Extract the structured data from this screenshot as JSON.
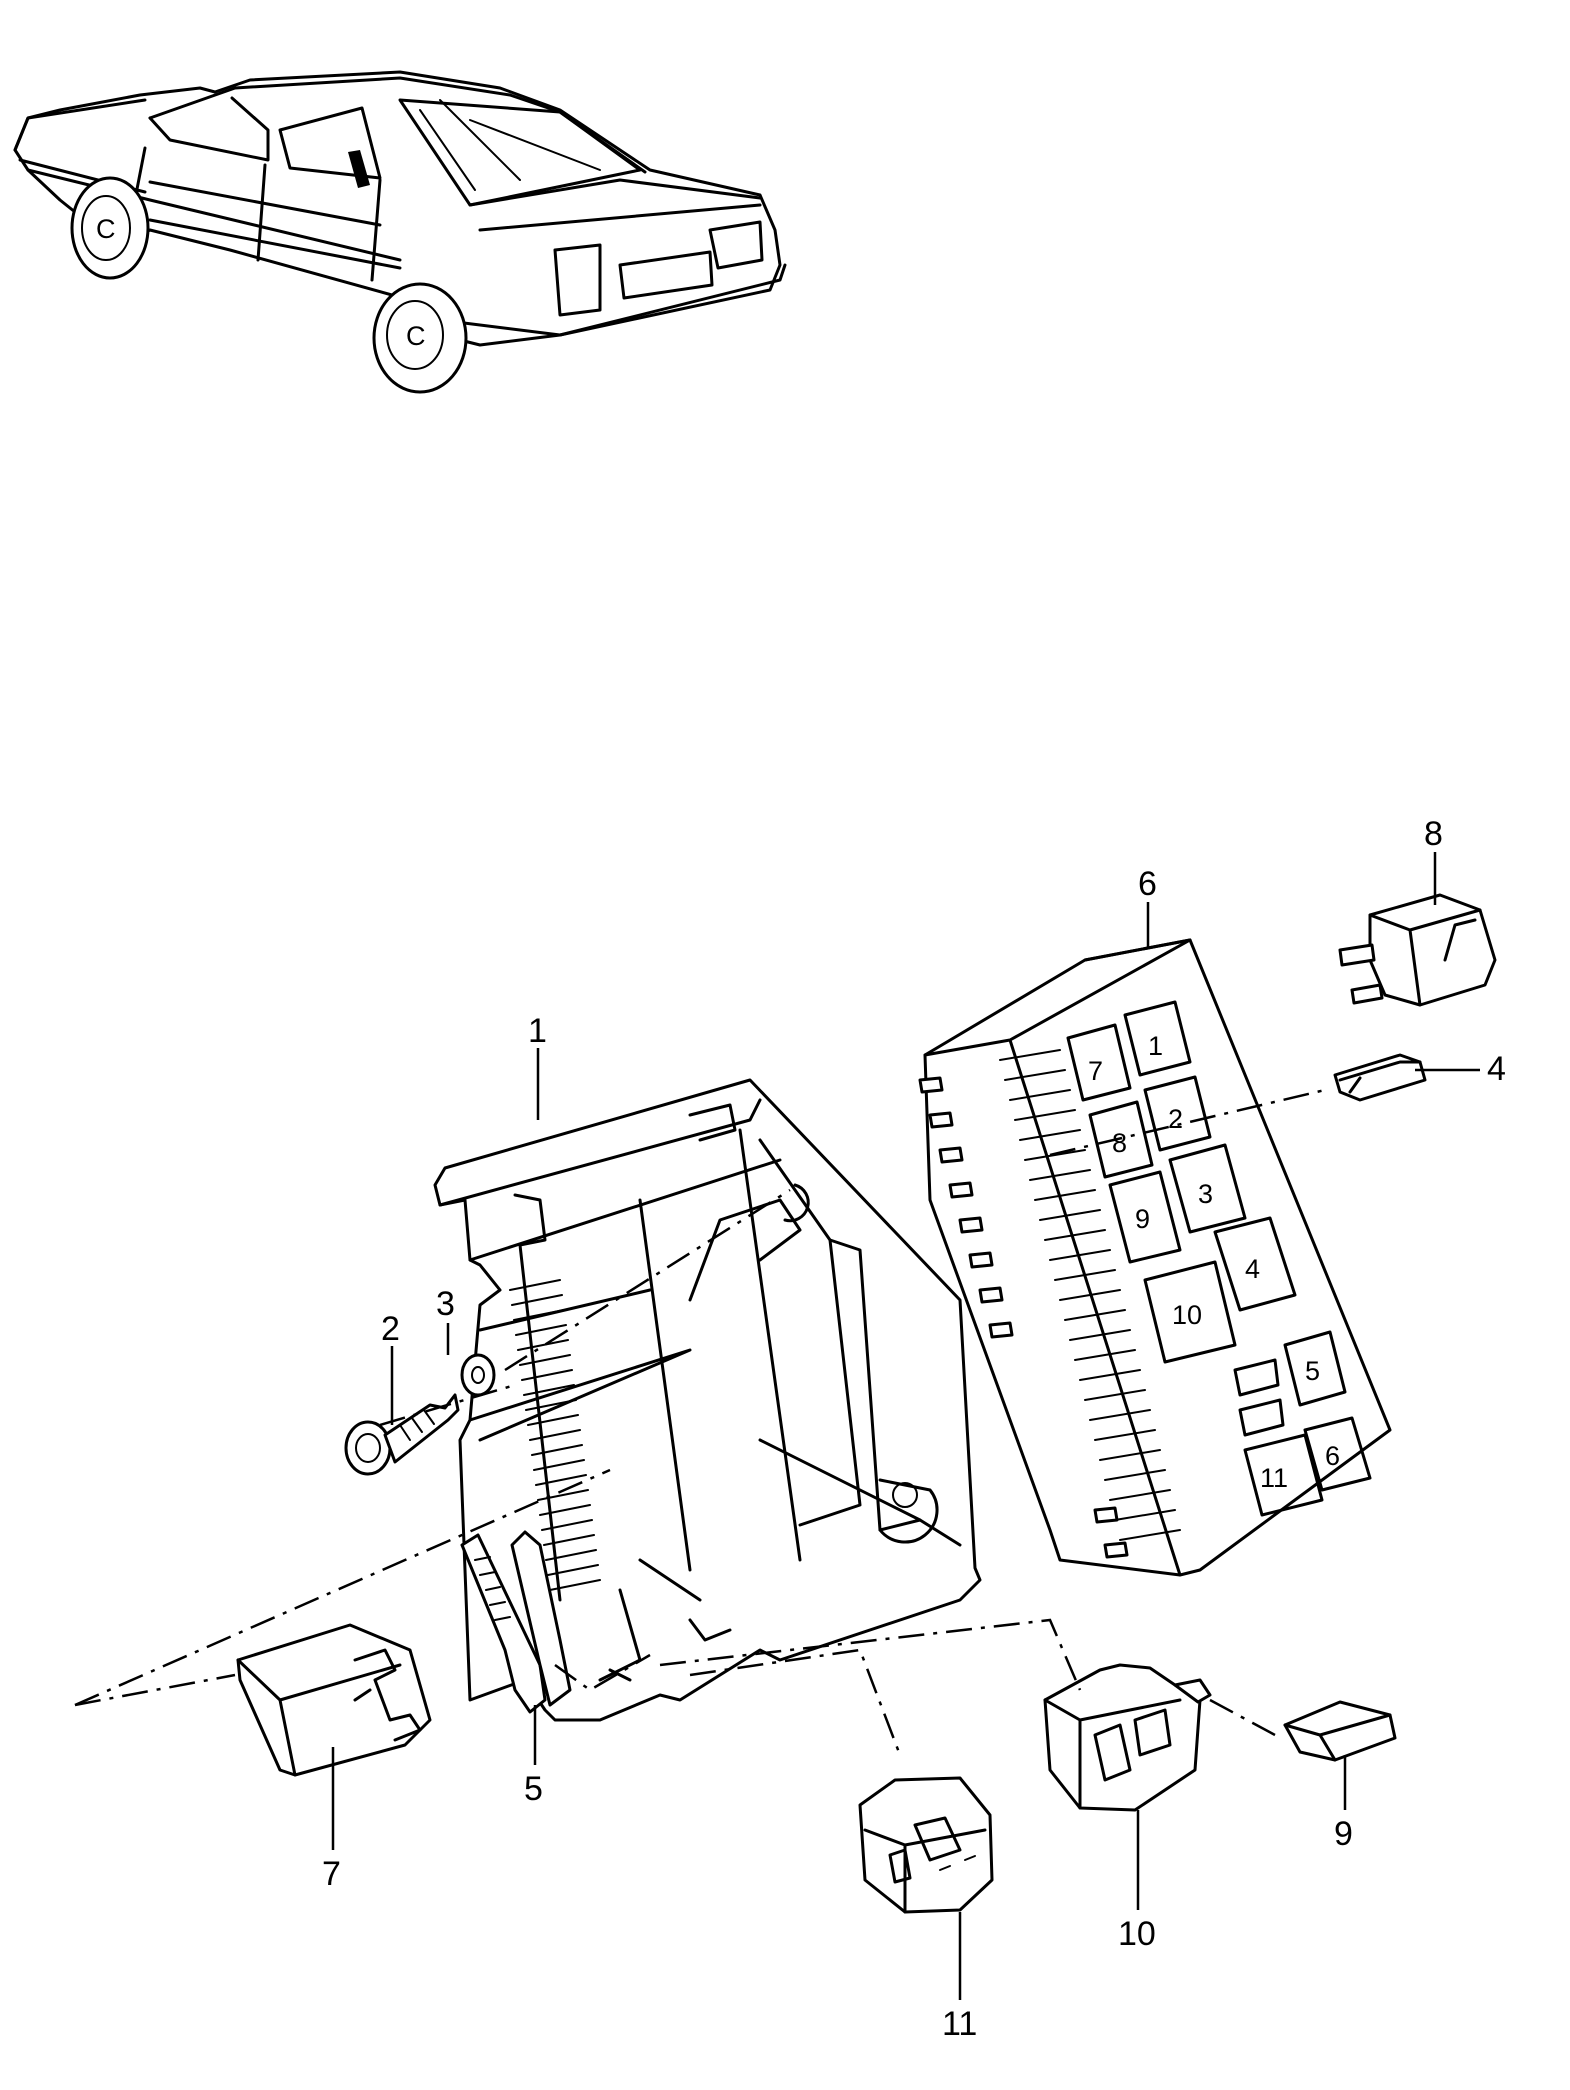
{
  "callouts": [
    {
      "id": "1",
      "label": "1"
    },
    {
      "id": "2",
      "label": "2"
    },
    {
      "id": "3",
      "label": "3"
    },
    {
      "id": "4",
      "label": "4"
    },
    {
      "id": "5a",
      "label": "5"
    },
    {
      "id": "6",
      "label": "6"
    },
    {
      "id": "7",
      "label": "7"
    },
    {
      "id": "8",
      "label": "8"
    },
    {
      "id": "9",
      "label": "9"
    },
    {
      "id": "10",
      "label": "10"
    },
    {
      "id": "11",
      "label": "11"
    }
  ],
  "relay_panel": {
    "slots": [
      "1",
      "2",
      "3",
      "4",
      "5",
      "6",
      "7",
      "8",
      "9",
      "10",
      "11"
    ]
  }
}
